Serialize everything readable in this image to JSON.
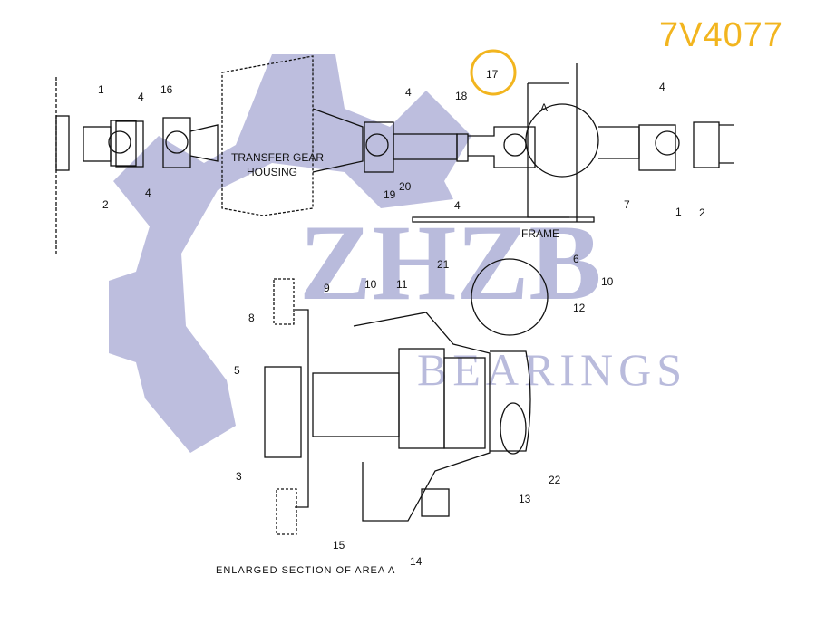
{
  "part_number": "7V4077",
  "watermark": {
    "brand": "ZHZB",
    "sub": "BEARINGS",
    "color": "#b9bbdc"
  },
  "highlight": {
    "label": "17",
    "color": "#f2b51f"
  },
  "top_view": {
    "housing_label_line1": "TRANSFER GEAR",
    "housing_label_line2": "HOUSING",
    "frame_label": "FRAME",
    "area_label": "A",
    "callouts": [
      "1",
      "2",
      "4",
      "16",
      "4",
      "2",
      "4",
      "19",
      "20",
      "18",
      "17",
      "4",
      "6",
      "7",
      "4",
      "1",
      "2"
    ]
  },
  "section_view": {
    "caption": "ENLARGED SECTION OF AREA A",
    "callouts": [
      "8",
      "5",
      "3",
      "9",
      "10",
      "11",
      "21",
      "10",
      "12",
      "22",
      "13",
      "14",
      "15"
    ]
  }
}
